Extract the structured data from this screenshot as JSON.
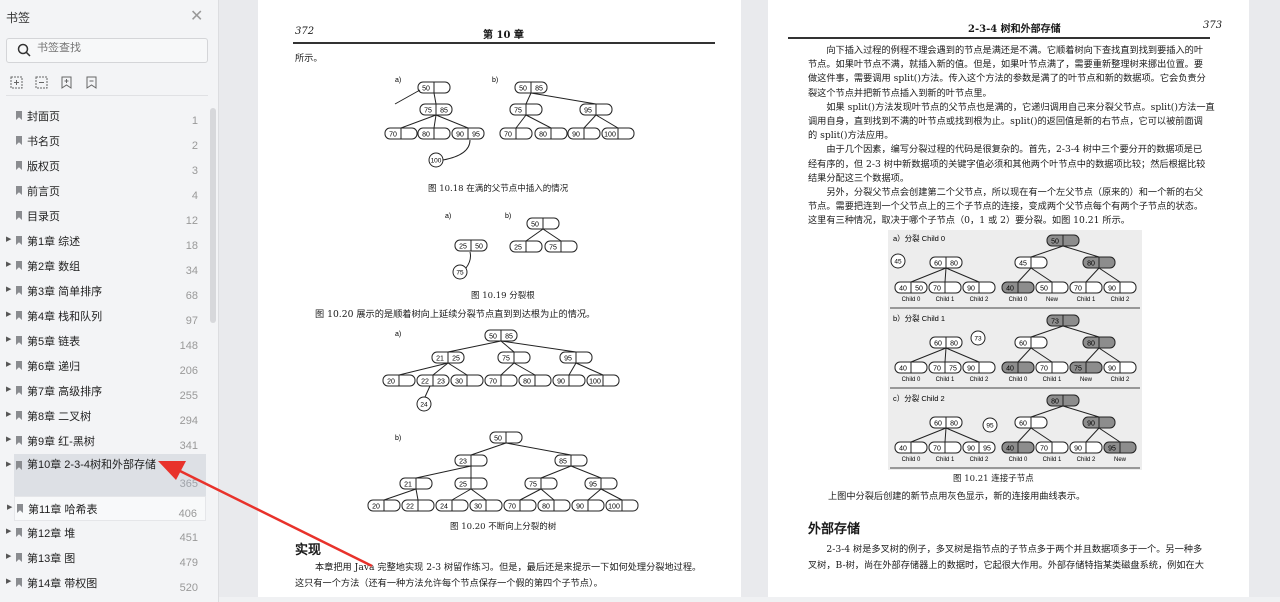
{
  "sidebar": {
    "title": "书签",
    "search_placeholder": "书签查找",
    "items": [
      {
        "label": "封面页",
        "page": "1"
      },
      {
        "label": "书名页",
        "page": "2"
      },
      {
        "label": "版权页",
        "page": "3"
      },
      {
        "label": "前言页",
        "page": "4"
      },
      {
        "label": "目录页",
        "page": "12"
      },
      {
        "label": "第1章  综述",
        "page": "18"
      },
      {
        "label": "第2章  数组",
        "page": "34"
      },
      {
        "label": "第3章  简单排序",
        "page": "68"
      },
      {
        "label": "第4章  栈和队列",
        "page": "97"
      },
      {
        "label": "第5章  链表",
        "page": "148"
      },
      {
        "label": "第6章  递归",
        "page": "206"
      },
      {
        "label": "第7章  高级排序",
        "page": "255"
      },
      {
        "label": "第8章  二叉树",
        "page": "294"
      },
      {
        "label": "第9章  红-黑树",
        "page": "341"
      },
      {
        "label": "第10章  2-3-4树和外部存储",
        "page": "365"
      },
      {
        "label": "第11章  哈希表",
        "page": "406"
      },
      {
        "label": "第12章  堆",
        "page": "451"
      },
      {
        "label": "第13章  图",
        "page": "479"
      },
      {
        "label": "第14章  带权图",
        "page": "520"
      }
    ]
  },
  "left_page": {
    "number": "372",
    "chapter": "第 10 章",
    "intro": "所示。",
    "fig18": {
      "caption": "图 10.18    在满的父节点中插入的情况",
      "a": "a)",
      "b": "b)",
      "nodes": [
        [
          "50",
          ""
        ],
        [
          "75",
          "85"
        ],
        [
          "70",
          ""
        ],
        [
          "80",
          ""
        ],
        [
          "90",
          "95"
        ],
        [
          "50",
          "85"
        ],
        [
          "75",
          ""
        ],
        [
          "95",
          ""
        ],
        [
          "70",
          ""
        ],
        [
          "80",
          ""
        ],
        [
          "90",
          ""
        ],
        [
          "100",
          ""
        ]
      ],
      "circles": [
        "100"
      ]
    },
    "fig19": {
      "caption": "图 10.19    分裂根",
      "a": "a)",
      "b": "b)",
      "nodes": [
        [
          "25",
          "50"
        ],
        [
          "50",
          ""
        ],
        [
          "25",
          ""
        ],
        [
          "75",
          ""
        ]
      ],
      "circles": [
        "75"
      ]
    },
    "para1": "图 10.20 展示的是顺着树向上延续分裂节点直到到达根为止的情况。",
    "fig20": {
      "caption": "图 10.20    不断向上分裂的树",
      "a": "a)",
      "b": "b)",
      "nodes": [
        [
          "50",
          "85"
        ],
        [
          "21",
          "25"
        ],
        [
          "75",
          ""
        ],
        [
          "95",
          ""
        ],
        [
          "20",
          ""
        ],
        [
          "22",
          "23"
        ],
        [
          "30",
          ""
        ],
        [
          "70",
          ""
        ],
        [
          "80",
          ""
        ],
        [
          "90",
          ""
        ],
        [
          "100",
          ""
        ],
        [
          "50",
          ""
        ],
        [
          "23",
          ""
        ],
        [
          "85",
          ""
        ],
        [
          "21",
          ""
        ],
        [
          "25",
          ""
        ],
        [
          "75",
          ""
        ],
        [
          "95",
          ""
        ],
        [
          "20",
          ""
        ],
        [
          "22",
          ""
        ],
        [
          "24",
          ""
        ],
        [
          "30",
          ""
        ],
        [
          "70",
          ""
        ],
        [
          "80",
          ""
        ],
        [
          "90",
          ""
        ],
        [
          "100",
          ""
        ]
      ],
      "circles": [
        "24"
      ]
    },
    "heading": "实现",
    "para2": [
      "本章把用 Java 完整地实现 2-3 树留作练习。但是，最后还是来提示一下如何处理分裂地过程。",
      "这只有一个方法（还有一种方法允许每个节点保存一个假的第四个子节点）。"
    ]
  },
  "right_page": {
    "number": "373",
    "running_title": "2-3-4 树和外部存储",
    "lines": [
      "　　向下插入过程的例程不理会遇到的节点是满还是不满。它顺着树向下查找直到找到要插入的叶",
      "节点。如果叶节点不满，就插入新的值。但是，如果叶节点满了，需要重新整理树来挪出位置。要",
      "做这件事，需要调用 split()方法。传入这个方法的参数是满了的叶节点和新的数据项。它会负责分",
      "裂这个节点并把新节点插入到新的叶节点里。",
      "　　如果 split()方法发现叶节点的父节点也是满的，它递归调用自己来分裂父节点。split()方法一直",
      "调用自身，直到找到不满的叶节点或找到根为止。split()的返回值是新的右节点，它可以被前面调",
      "的 split()方法应用。",
      "　　由于几个因素，编写分裂过程的代码是很复杂的。首先，2-3-4 树中三个要分开的数据项是已",
      "经有序的，但 2-3 树中新数据项的关键字值必须和其他两个叶节点中的数据项比较；然后根据比较",
      "结果分配这三个数据项。",
      "　　另外，分裂父节点会创建第二个父节点，所以现在有一个左父节点（原来的）和一个新的右父",
      "节点。需要把连到一个父节点上的三个子节点的连接，变成两个父节点每个有两个子节点的状态。",
      "这里有三种情况，取决于哪个子节点（0，1 或 2）要分裂。如图 10.21 所示。"
    ],
    "fig21": {
      "caption": "图 10.21    连接子节点",
      "panels": [
        "a）分裂 Child 0",
        "b）分裂 Child 1",
        "c）分裂 Child 2"
      ],
      "child_labels": [
        [
          "Child 0",
          "Child 1",
          "Child 2",
          "Child 0",
          "New",
          "Child 1",
          "Child 2"
        ],
        [
          "Child 0",
          "Child 1",
          "Child 2",
          "Child 0",
          "Child 1",
          "New",
          "Child 2"
        ],
        [
          "Child 0",
          "Child 1",
          "Child 2",
          "Child 0",
          "Child 1",
          "Child 2",
          "New"
        ]
      ],
      "nodes": [
        [
          [
            "60",
            "80"
          ],
          [
            "40",
            "50"
          ],
          [
            "70",
            ""
          ],
          [
            "90",
            ""
          ],
          [
            "50",
            ""
          ],
          [
            "45",
            ""
          ],
          [
            "80",
            ""
          ],
          [
            "40",
            ""
          ],
          [
            "50",
            ""
          ],
          [
            "70",
            ""
          ],
          [
            "90",
            ""
          ]
        ],
        [
          [
            "60",
            "80"
          ],
          [
            "40",
            ""
          ],
          [
            "70",
            "75"
          ],
          [
            "90",
            ""
          ],
          [
            "73",
            ""
          ],
          [
            "60",
            ""
          ],
          [
            "80",
            ""
          ],
          [
            "40",
            ""
          ],
          [
            "70",
            ""
          ],
          [
            "75",
            ""
          ],
          [
            "90",
            ""
          ]
        ],
        [
          [
            "60",
            "80"
          ],
          [
            "40",
            ""
          ],
          [
            "70",
            ""
          ],
          [
            "90",
            "95"
          ],
          [
            "80",
            ""
          ],
          [
            "60",
            ""
          ],
          [
            "90",
            ""
          ],
          [
            "40",
            ""
          ],
          [
            "70",
            ""
          ],
          [
            "90",
            ""
          ],
          [
            "95",
            ""
          ]
        ]
      ],
      "circles": [
        "45",
        "73",
        "95"
      ]
    },
    "after_fig": "上图中分裂后创建的新节点用灰色显示，新的连接用曲线表示。",
    "heading": "外部存储",
    "para": [
      "　　2-3-4 树是多叉树的例子，多叉树是指节点的子节点多于两个并且数据项多于一个。另一种多",
      "叉树，B-树，尚在外部存储器上的数据时，它起很大作用。外部存储特指某类磁盘系统，例如在大"
    ]
  },
  "colors": {
    "annotation_arrow": "#e8322b",
    "selected_bg": "#dde0e5"
  }
}
